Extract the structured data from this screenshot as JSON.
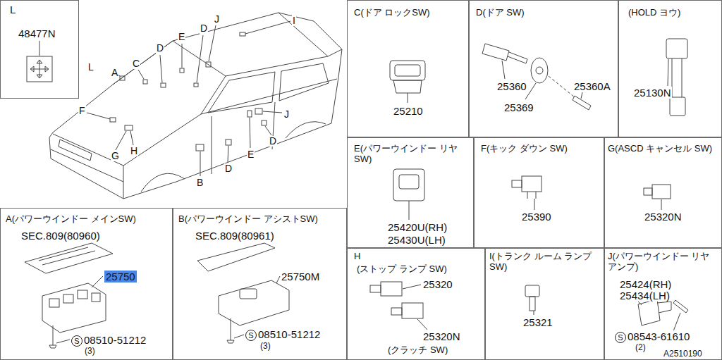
{
  "diagram": {
    "nodes": [
      {
        "text": [
          "L",
          "48477N"
        ]
      },
      {
        "text": [
          "C(ドア ロックSW)",
          "25210"
        ]
      },
      {
        "text": [
          "D(ドア SW)",
          "25360",
          "25369",
          "25360A"
        ]
      },
      {
        "text": [
          "(HOLD ヨウ)",
          "25130N"
        ]
      },
      {
        "text": [
          "E(パワーウインドー リヤ SW)",
          "25420U(RH)",
          "25430U(LH)"
        ]
      },
      {
        "text": [
          "F(キック ダウン SW)",
          "25390"
        ]
      },
      {
        "text": [
          "G(ASCD キャンセル SW)",
          "25320N"
        ]
      },
      {
        "text": [
          "A(パワーウインドー メインSW)",
          "SEC.809(80960)",
          "25750",
          "S",
          "08510-51212",
          "(3)"
        ]
      },
      {
        "text": [
          "B(パワーウインドー アシストSW)",
          "SEC.809(80961)",
          "25750M",
          "S",
          "08510-51212",
          "(3)"
        ]
      },
      {
        "text": [
          "H",
          "(ストップ ランプ SW)",
          "25320",
          "25320N",
          "(クラッチ SW)"
        ]
      },
      {
        "text": [
          "I(トランク ルーム ランプ SW)",
          "25321"
        ]
      },
      {
        "text": [
          "J(パワーウインドー リヤ アンプ)",
          "25424(RH)",
          "25434(LH)",
          "S",
          "08543-61610",
          "(2)"
        ]
      }
    ],
    "edges": [],
    "labels": [
      "L",
      "A",
      "C",
      "D",
      "E",
      "D",
      "J",
      "I",
      "F",
      "G",
      "H",
      "B",
      "D",
      "E",
      "J",
      "D",
      "A2510190"
    ]
  }
}
